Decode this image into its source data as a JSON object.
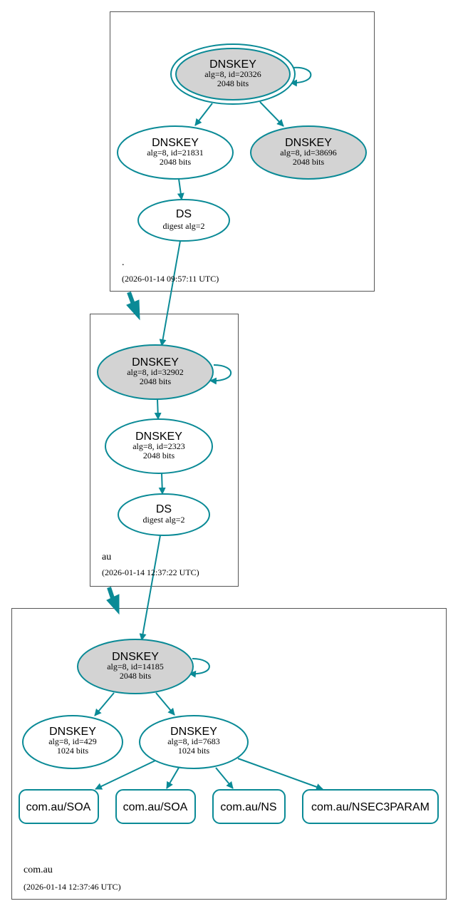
{
  "colors": {
    "edge": "#0a8a96",
    "filled_node": "#d3d3d3",
    "plain_node": "#ffffff",
    "zone_border": "#555555"
  },
  "zones": [
    {
      "name": ".",
      "timestamp": "(2026-01-14 09:57:11 UTC)"
    },
    {
      "name": "au",
      "timestamp": "(2026-01-14 12:37:22 UTC)"
    },
    {
      "name": "com.au",
      "timestamp": "(2026-01-14 12:37:46 UTC)"
    }
  ],
  "nodes": {
    "root_ksk": {
      "title": "DNSKEY",
      "line1": "alg=8, id=20326",
      "line2": "2048 bits"
    },
    "root_zsk1": {
      "title": "DNSKEY",
      "line1": "alg=8, id=21831",
      "line2": "2048 bits"
    },
    "root_zsk2": {
      "title": "DNSKEY",
      "line1": "alg=8, id=38696",
      "line2": "2048 bits"
    },
    "root_ds": {
      "title": "DS",
      "line1": "digest alg=2"
    },
    "au_ksk": {
      "title": "DNSKEY",
      "line1": "alg=8, id=32902",
      "line2": "2048 bits"
    },
    "au_zsk": {
      "title": "DNSKEY",
      "line1": "alg=8, id=2323",
      "line2": "2048 bits"
    },
    "au_ds": {
      "title": "DS",
      "line1": "digest alg=2"
    },
    "comau_ksk": {
      "title": "DNSKEY",
      "line1": "alg=8, id=14185",
      "line2": "2048 bits"
    },
    "comau_zsk1": {
      "title": "DNSKEY",
      "line1": "alg=8, id=429",
      "line2": "1024 bits"
    },
    "comau_zsk2": {
      "title": "DNSKEY",
      "line1": "alg=8, id=7683",
      "line2": "1024 bits"
    }
  },
  "records": [
    {
      "label": "com.au/SOA"
    },
    {
      "label": "com.au/SOA"
    },
    {
      "label": "com.au/NS"
    },
    {
      "label": "com.au/NSEC3PARAM"
    }
  ]
}
